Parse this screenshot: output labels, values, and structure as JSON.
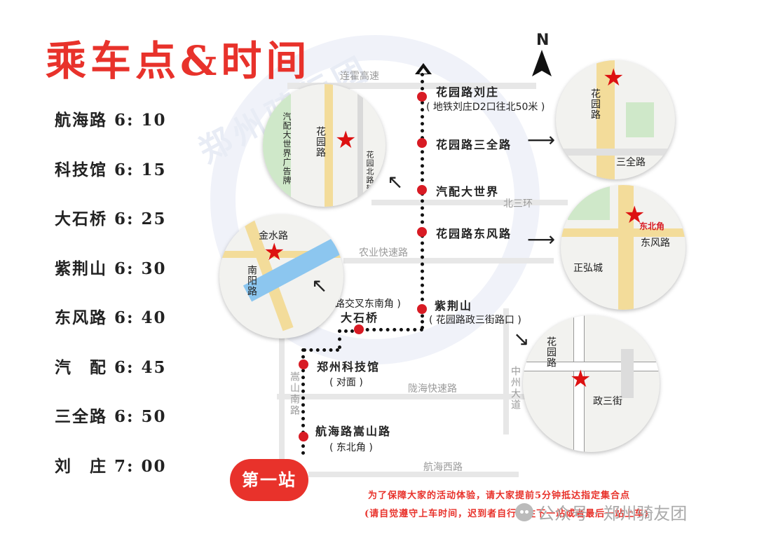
{
  "title": "乘车点&时间",
  "watermark": "郑州骑行团",
  "compass": {
    "letter": "N"
  },
  "schedule": [
    {
      "label": "航海路 6: 10"
    },
    {
      "label": "科技馆 6: 15"
    },
    {
      "label": "大石桥 6: 25"
    },
    {
      "label": "紫荆山 6: 30"
    },
    {
      "label": "东风路 6: 40"
    },
    {
      "label": "汽　配 6: 45"
    },
    {
      "label": "三全路 6: 50"
    },
    {
      "label": "刘　庄 7: 00"
    }
  ],
  "roads": {
    "lianhuo": "连霍高速",
    "beisanhuan": "北三环",
    "nongye": "农业快速路",
    "longhai": "陇海快速路",
    "hanghaixi": "航海西路",
    "songshannan": "嵩山南路",
    "zhongzhou": "中州大道"
  },
  "stops": [
    {
      "name": "花园路刘庄",
      "note": "( 地铁刘庄D2口往北50米 )"
    },
    {
      "name": "花园路三全路",
      "note": ""
    },
    {
      "name": "汽配大世界",
      "note": ""
    },
    {
      "name": "花园路东风路",
      "note": ""
    },
    {
      "name": "紫荆山",
      "note": "( 花园路政三街路口 )"
    },
    {
      "name": "大石桥",
      "note": "( 金水路南阳路交叉东南角 )"
    },
    {
      "name": "郑州科技馆",
      "note": "( 对面 )"
    },
    {
      "name": "航海路嵩山路",
      "note": "( 东北角 )"
    }
  ],
  "maps": {
    "qipei": {
      "road1": "花园路",
      "road2": "花园北路辅路",
      "poi": "汽配大世界广告牌"
    },
    "sanquan": {
      "road1": "花园路",
      "road2": "三全路"
    },
    "dongfeng": {
      "road1": "东北角",
      "road2": "东风路",
      "poi": "正弘城"
    },
    "jinshui": {
      "road1": "金水路",
      "road2": "南阳路"
    },
    "zhengsan": {
      "road1": "花园路",
      "road2": "政三街"
    }
  },
  "first_station": "第一站",
  "notice": {
    "line1": "为了保障大家的活动体验，请大家提前5分钟抵达指定集合点",
    "line2": "(请自觉遵守上车时间，迟到者自行前往下一站或者最后一站上车)"
  },
  "wechat": {
    "prefix": "公众号 · ",
    "name": "郑州骑友团"
  },
  "colors": {
    "accent": "#e8322b",
    "stop": "#d81b24"
  }
}
